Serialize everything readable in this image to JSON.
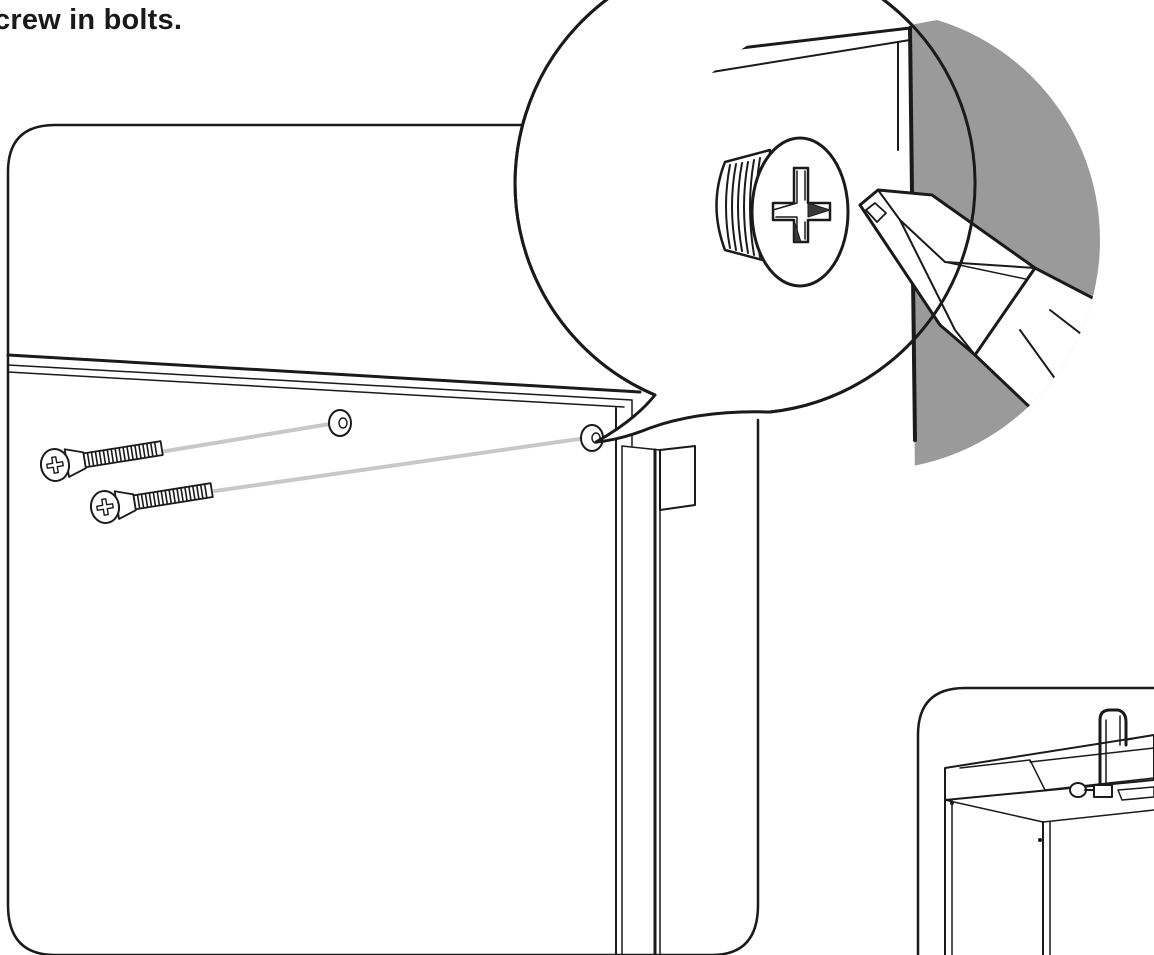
{
  "instruction": {
    "title": "crew in bolts."
  },
  "illustration": {
    "main_panel": {
      "parts": [
        "cabinet-panel",
        "bolt",
        "bolt",
        "bolt-hole",
        "bolt-hole"
      ],
      "bolt_count": 2,
      "hole_count": 2
    },
    "zoom_callout": {
      "parts": [
        "bolt-head",
        "phillips-recess",
        "screwdriver"
      ]
    },
    "overview_panel": {
      "parts": [
        "cabinet",
        "faucet"
      ]
    },
    "colors": {
      "line": "#1a1a1a",
      "guide": "#c8c8c8",
      "wall_shade": "#9a9a9a",
      "background": "#ffffff"
    }
  }
}
